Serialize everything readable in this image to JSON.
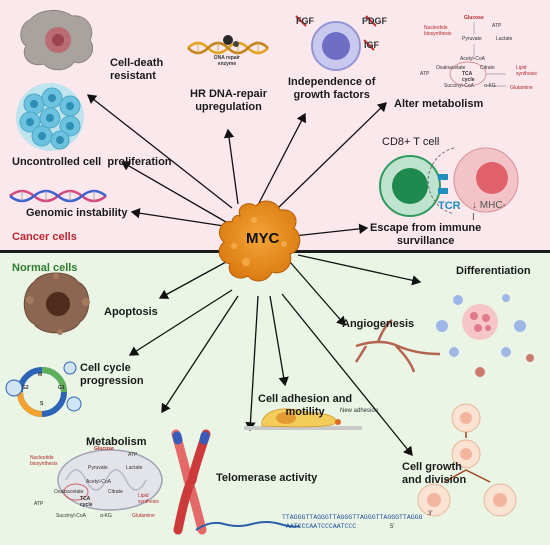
{
  "sections": {
    "cancer": "Cancer cells",
    "normal": "Normal cells"
  },
  "center": "MYC",
  "cancer_labels": {
    "cell_death": "Cell-death\nresistant",
    "hr_repair": "HR DNA-repair\nupregulation",
    "dna_repair_enzyme": "DNA repair\nenzyme",
    "growth_factors": "Independence of\ngrowth factors",
    "gf_fgf": "FGF",
    "gf_pdgf": "PDGF",
    "gf_igf": "IGF",
    "alter_metabolism": "Alter metabolism",
    "proliferation": "Uncontrolled cell  proliferation",
    "genomic": "Genomic instability",
    "cd8": "CD8+ T cell",
    "tcr": "TCR",
    "mhc": "↓ MHC-\nI",
    "immune_escape": "Escape from immune\nsurvillance"
  },
  "normal_labels": {
    "apoptosis": "Apoptosis",
    "angiogenesis": "Angiogenesis",
    "differentiation": "Differentiation",
    "cell_cycle": "Cell cycle\nprogression",
    "adhesion": "Cell adhesion and\nmotility",
    "new_adhesion": "New adhesion",
    "metabolism": "Metabolism",
    "telomerase": "Telomerase activity",
    "growth_division": "Cell growth\nand division",
    "telomere_top": "TTAGGGTTAGGGTTAGGGTTAGGGTTAGGGTTAGGG",
    "telomere_bottom": "AATCCCAATCCCAATCCC",
    "end_3": "3'",
    "end_5": "5'",
    "phase_s": "S",
    "phase_g1": "G1",
    "phase_g2": "G2",
    "phase_m": "M"
  },
  "metabolism_top": {
    "glucose": "Glucose",
    "atp": "ATP",
    "nucleotide": "Nucleotide\nbiosynthesis",
    "pyruvate": "Pyruvate",
    "lactate": "Lactate",
    "acetyl": "Acetyl-CoA",
    "oxalo": "Oxaloacetate",
    "citrate": "Citrate",
    "lipid": "Lipid\nsynthesis",
    "tca": "TCA\ncycle",
    "succinyl": "Succinyl-CoA",
    "akg": "α-KG",
    "glutamine": "Glutamine",
    "atp2": "ATP"
  },
  "metabolism_bottom": {
    "glucose": "Glucose",
    "atp": "ATP",
    "nucleotide": "Nucleotide\nbiosynthesis",
    "pyruvate": "Pyruvate",
    "lactate": "Lactate",
    "acetyl": "Acetyl-CoA",
    "oxalo": "Oxaloacetate",
    "citrate": "Citrate",
    "lipid": "Lipid\nsynthesis",
    "tca": "TCA\ncycle",
    "succinyl": "Succinyl-CoA",
    "akg": "α-KG",
    "glutamine": "Glutamine",
    "atp2": "ATP"
  },
  "colors": {
    "cancer_bg": "#fbe8ed",
    "normal_bg": "#eaf5e6",
    "cancer_label": "#c0262d",
    "normal_label": "#2f7d2f",
    "myc": "#e88a1a",
    "tcr": "#1f8fc0"
  },
  "icons": [
    "cancer-cell-icon",
    "dna-icon",
    "growth-factor-cell-icon",
    "metabolism-map-icon",
    "cell-cluster-icon",
    "t-cell-icon",
    "tumor-cell-icon",
    "apoptotic-cell-icon",
    "blood-vessel-icon",
    "stem-cell-icon",
    "cell-cycle-icon",
    "mitochondrion-icon",
    "chromosome-icon",
    "migrating-cell-icon",
    "dividing-cell-icon"
  ]
}
